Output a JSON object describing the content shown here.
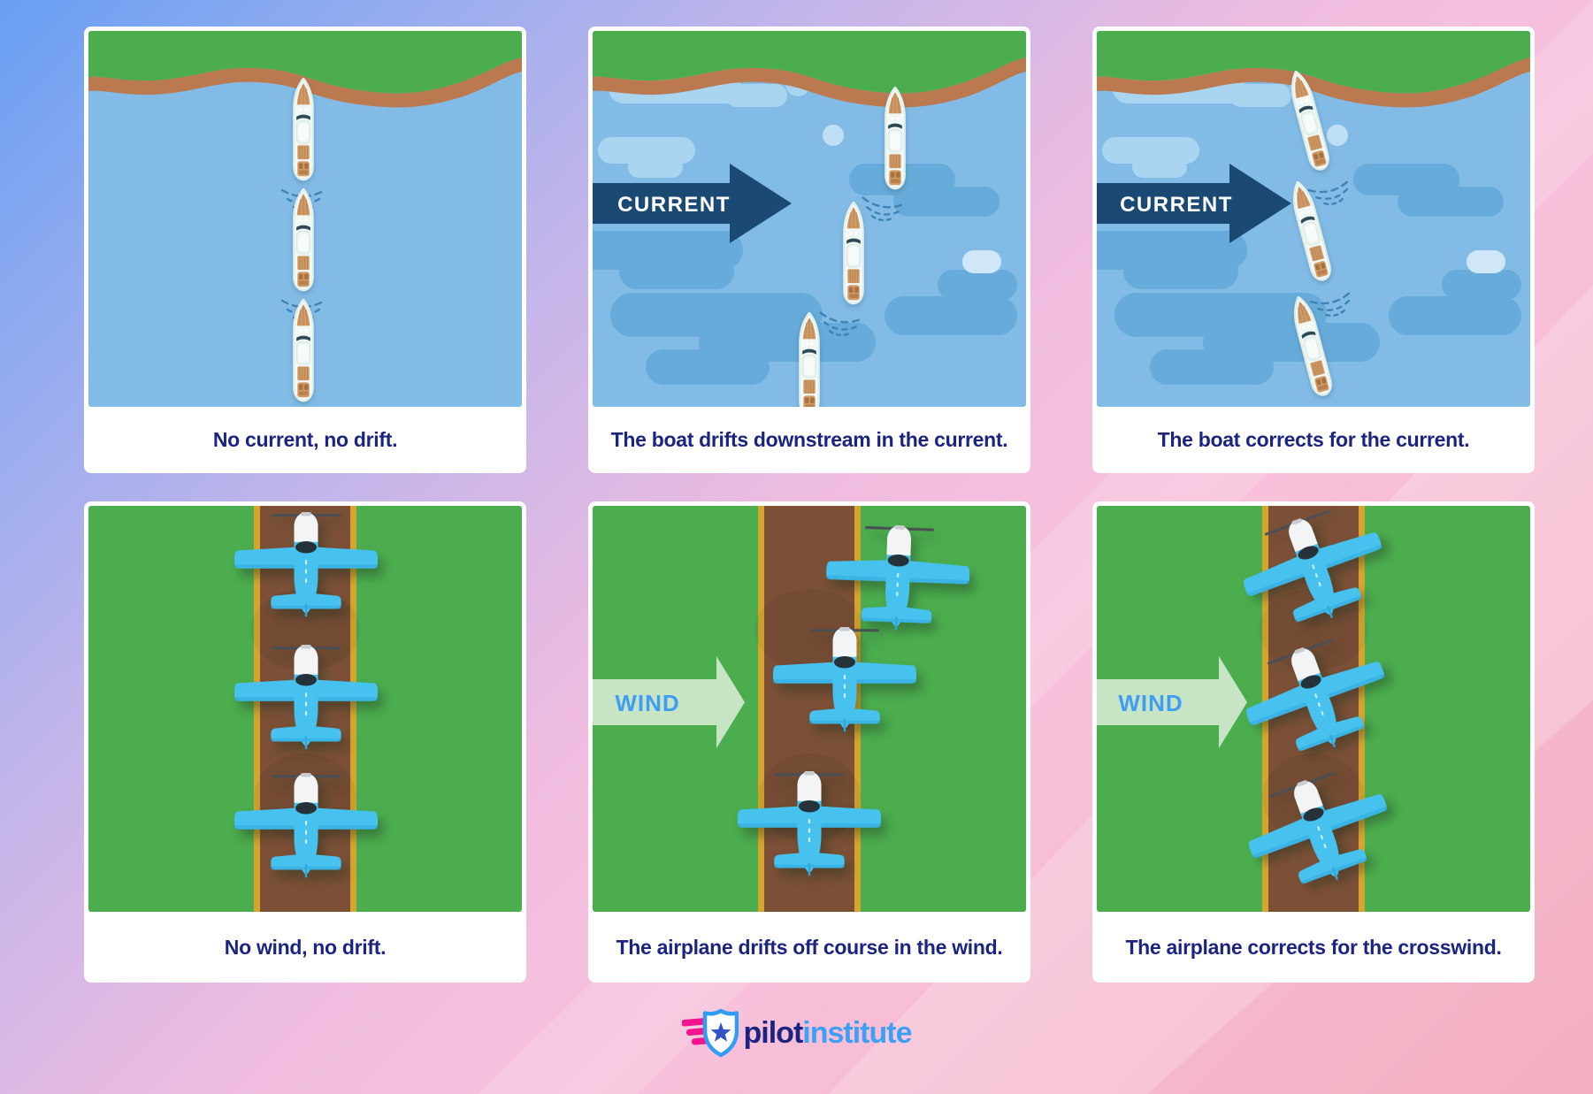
{
  "panels": [
    {
      "id": "no-current",
      "type": "boats",
      "arrow_label": "",
      "caption": "No current, no drift."
    },
    {
      "id": "boat-drifts",
      "type": "boats",
      "arrow_label": "CURRENT",
      "caption": "The boat drifts downstream in the current."
    },
    {
      "id": "boat-corrects",
      "type": "boats",
      "arrow_label": "CURRENT",
      "caption": "The boat corrects for the current."
    },
    {
      "id": "no-wind",
      "type": "planes",
      "arrow_label": "",
      "caption": "No wind, no drift."
    },
    {
      "id": "plane-drifts",
      "type": "planes",
      "arrow_label": "WIND",
      "caption": "The airplane drifts off course in the wind."
    },
    {
      "id": "plane-corrects",
      "type": "planes",
      "arrow_label": "WIND",
      "caption": "The airplane corrects for the crosswind."
    }
  ],
  "logo": {
    "word1": "pilot",
    "word2": "institute"
  },
  "colors": {
    "background_blue": "#689ff2",
    "background_lavender": "#c2b5ea",
    "background_pink": "#f8c2dc",
    "background_salmon": "#f3afbf",
    "card_white": "#ffffff",
    "caption_navy": "#1b2581",
    "water": "#82bce6",
    "water_light": "#a9d5f1",
    "water_dark": "#66abd9",
    "shore_green": "#4bad4e",
    "shore_sand_brown": "#bb7950",
    "field_green": "#4bad4e",
    "road_brown": "#7b5036",
    "road_stripe_yellow": "#d7a52f",
    "current_arrow_navy": "#1a4a74",
    "current_text_white": "#ffffff",
    "wind_arrow_pale_green": "#d8ecd6",
    "wind_text_blue": "#3f9ef3",
    "plane_blue": "#47c2ef",
    "boat_hull_white": "#f3f9f6",
    "boat_deck_tan": "#cf9a66",
    "logo_navy": "#1b2480",
    "logo_blue": "#3ba0f6",
    "logo_magenta": "#f5148e"
  }
}
